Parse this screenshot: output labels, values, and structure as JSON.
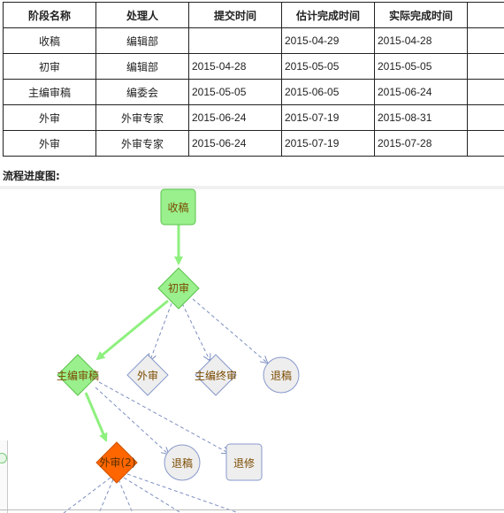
{
  "table": {
    "headers": [
      "阶段名称",
      "处理人",
      "提交时间",
      "估计完成时间",
      "实际完成时间",
      ""
    ],
    "rows": [
      [
        "收稿",
        "编辑部",
        "",
        "2015-04-29",
        "2015-04-28",
        ""
      ],
      [
        "初审",
        "编辑部",
        "2015-04-28",
        "2015-05-05",
        "2015-05-05",
        ""
      ],
      [
        "主编审稿",
        "编委会",
        "2015-05-05",
        "2015-06-05",
        "2015-06-24",
        ""
      ],
      [
        "外审",
        "外审专家",
        "2015-06-24",
        "2015-07-19",
        "2015-08-31",
        ""
      ],
      [
        "外审",
        "外审专家",
        "2015-06-24",
        "2015-07-19",
        "2015-07-28",
        ""
      ]
    ]
  },
  "flow": {
    "title": "流程进度图:",
    "nodes": {
      "receive": "收稿",
      "initial_review": "初审",
      "chief_review": "主编审稿",
      "external_review_a": "外审",
      "chief_final": "主编终审",
      "reject_a": "退稿",
      "external_review_2": "外审(2)",
      "reject_b": "退稿",
      "revise": "退修"
    },
    "colors": {
      "completed_fill": "#99f08c",
      "completed_stroke": "#5cc24d",
      "active_fill": "#ff6600",
      "pending_fill": "#eeeeee",
      "pending_stroke": "#8899cc",
      "path_line": "#8ef07e",
      "dashed_line": "#7d8fc0",
      "label_color": "#7a4a00"
    }
  }
}
